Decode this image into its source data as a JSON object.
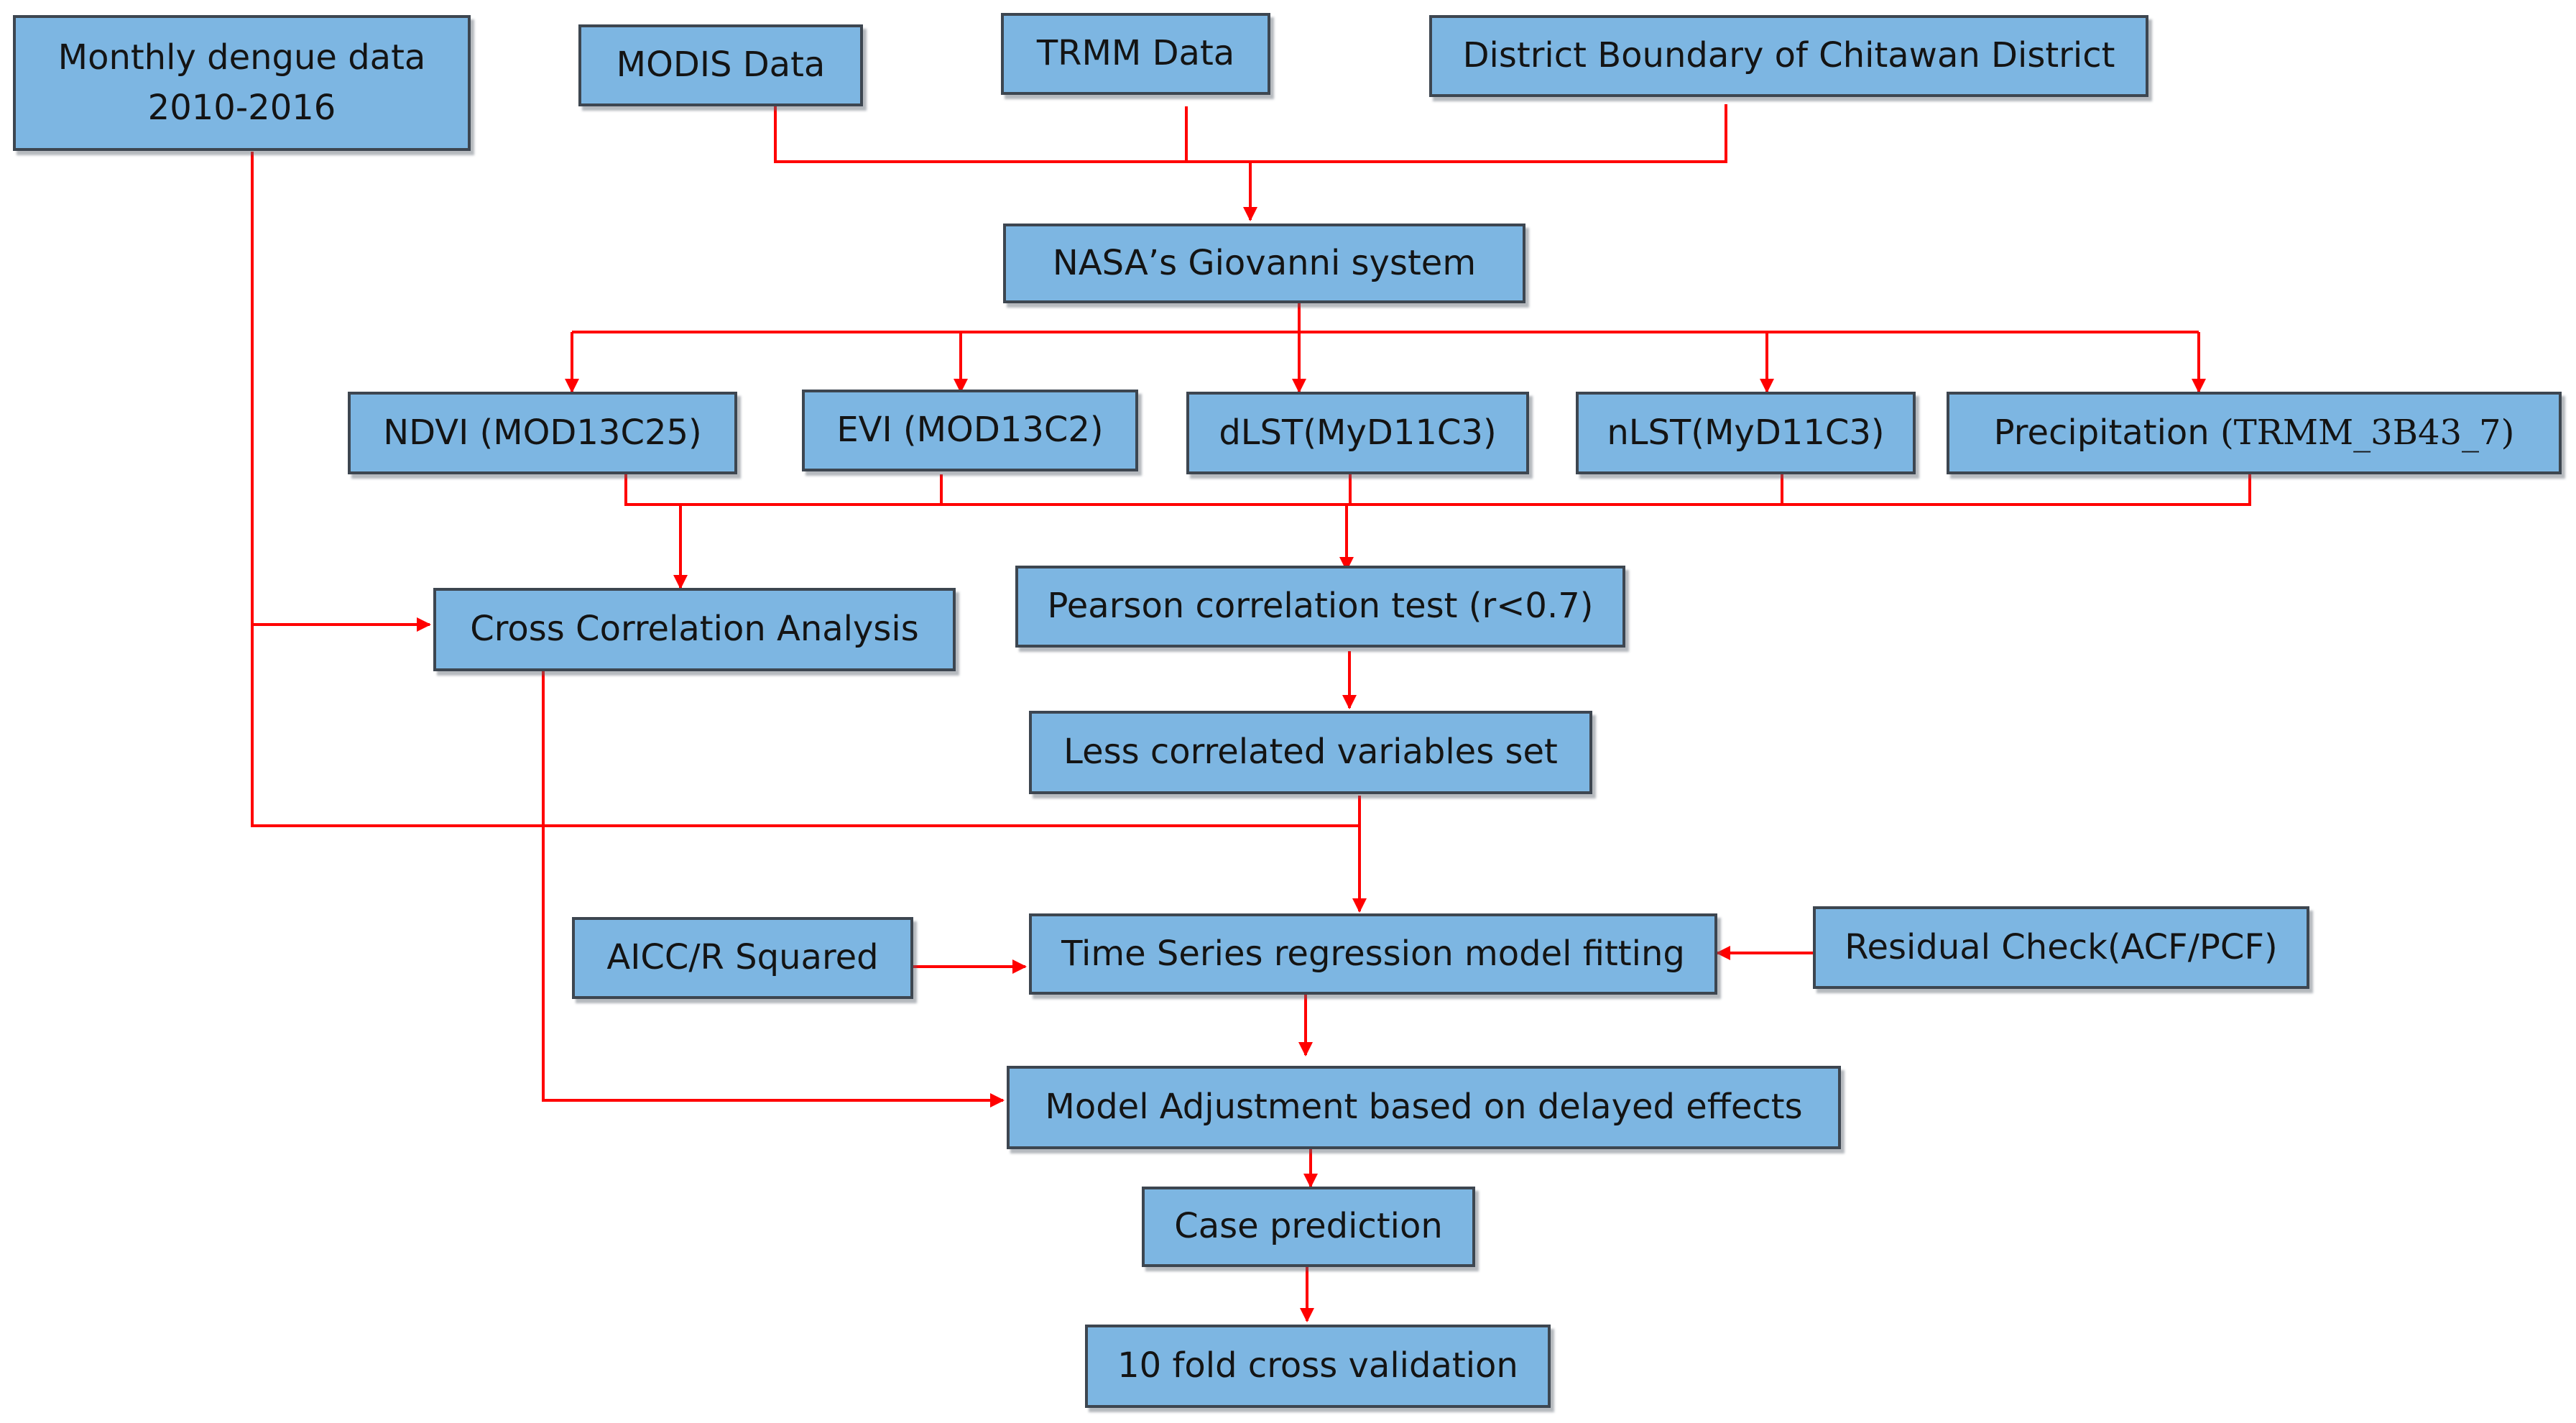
{
  "nodes": {
    "dengue": {
      "text": "Monthly dengue data 2010-2016"
    },
    "modis": {
      "text": "MODIS Data"
    },
    "trmm": {
      "text": "TRMM Data"
    },
    "boundary": {
      "text": "District Boundary of Chitawan District"
    },
    "giovanni": {
      "text": "NASA’s Giovanni system"
    },
    "ndvi": {
      "text": "NDVI (MOD13C25)"
    },
    "evi": {
      "text": "EVI (MOD13C2)"
    },
    "dlst": {
      "text": "dLST(MyD11C3)"
    },
    "nlst": {
      "text": "nLST(MyD11C3)"
    },
    "precip": {
      "label": "Precipitation",
      "product": "(TRMM_3B43_7)"
    },
    "cross": {
      "text": "Cross Correlation Analysis"
    },
    "pearson": {
      "text": "Pearson correlation test (r<0.7)"
    },
    "lesscorr": {
      "text": "Less correlated variables set"
    },
    "aicc": {
      "text": "AICC/R Squared"
    },
    "tsfit": {
      "text": "Time Series regression model fitting"
    },
    "residual": {
      "text": "Residual Check(ACF/PCF)"
    },
    "adjust": {
      "text": "Model Adjustment based on delayed effects"
    },
    "prediction": {
      "text": "Case prediction"
    },
    "validation": {
      "text": "10 fold cross validation"
    }
  },
  "colors": {
    "box_fill": "#7db6e2",
    "box_border": "#3d4650",
    "arrow": "#ff0000",
    "text": "#141414"
  }
}
